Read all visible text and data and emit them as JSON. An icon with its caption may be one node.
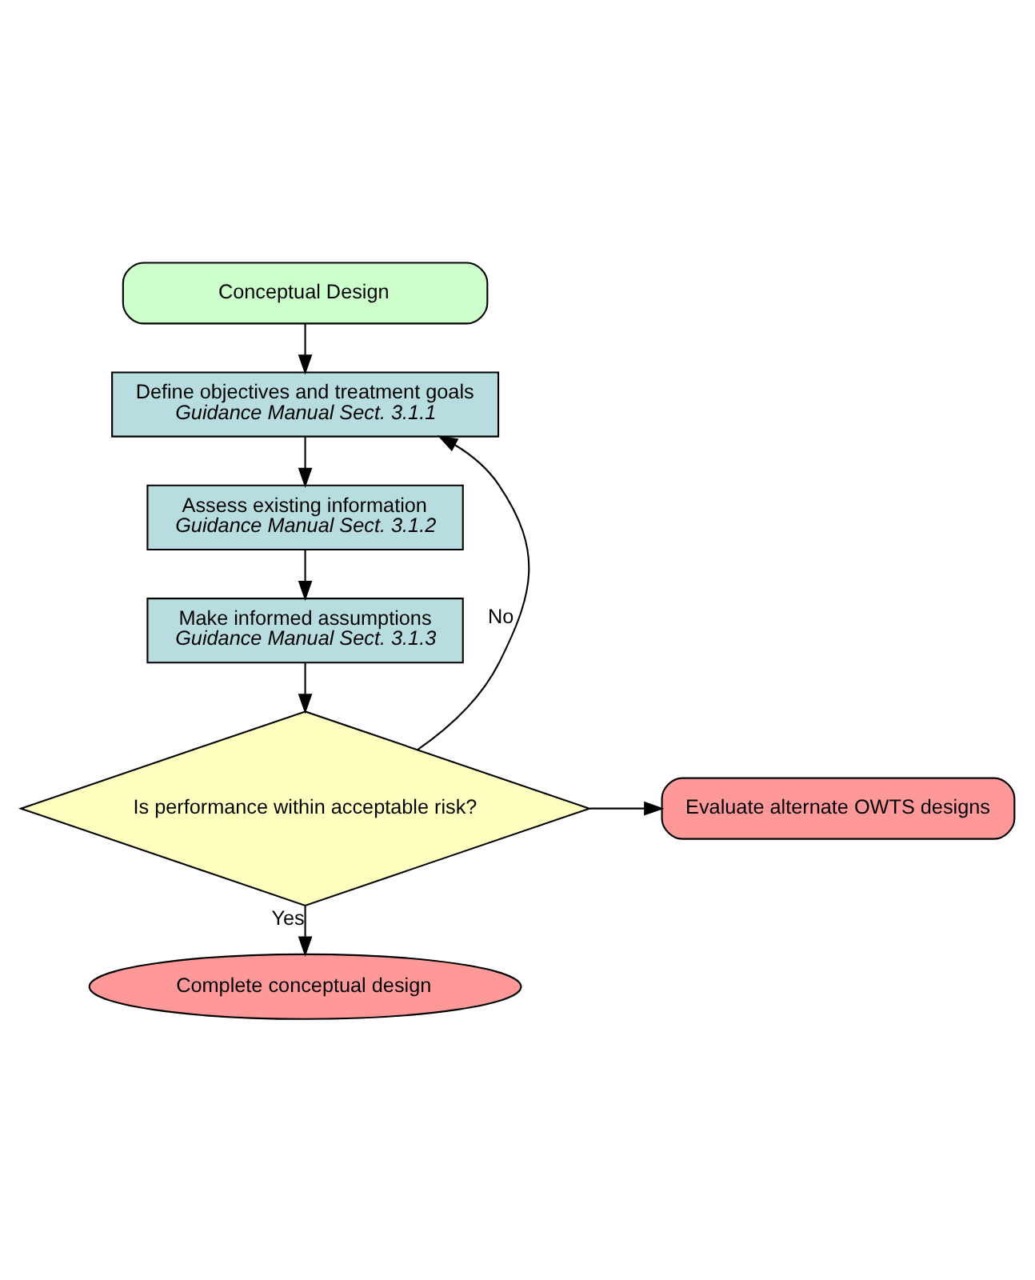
{
  "diagram": {
    "nodes": [
      {
        "text": [
          "Conceptual Design"
        ]
      },
      {
        "text": [
          "Define objectives and treatment goals",
          "Guidance Manual Sect. 3.1.1"
        ]
      },
      {
        "text": [
          "Assess existing information",
          "Guidance Manual Sect. 3.1.2"
        ]
      },
      {
        "text": [
          "Make informed assumptions",
          "Guidance Manual Sect. 3.1.3"
        ]
      },
      {
        "text": [
          "Is performance within acceptable risk?"
        ]
      },
      {
        "text": [
          "Evaluate alternate OWTS designs"
        ]
      },
      {
        "text": [
          "Complete conceptual design"
        ]
      }
    ],
    "edges": [
      {
        "from": 0,
        "to": 1,
        "arrow": "to"
      },
      {
        "from": 1,
        "to": 2,
        "arrow": "to"
      },
      {
        "from": 2,
        "to": 3,
        "arrow": "to"
      },
      {
        "from": 3,
        "to": 4,
        "arrow": "to"
      },
      {
        "from": 4,
        "to": 5,
        "arrow": "to"
      },
      {
        "from": 4,
        "to": 1,
        "label": "No",
        "arrow": "to"
      },
      {
        "from": 4,
        "to": 6,
        "label": "Yes",
        "arrow": "to"
      }
    ]
  }
}
